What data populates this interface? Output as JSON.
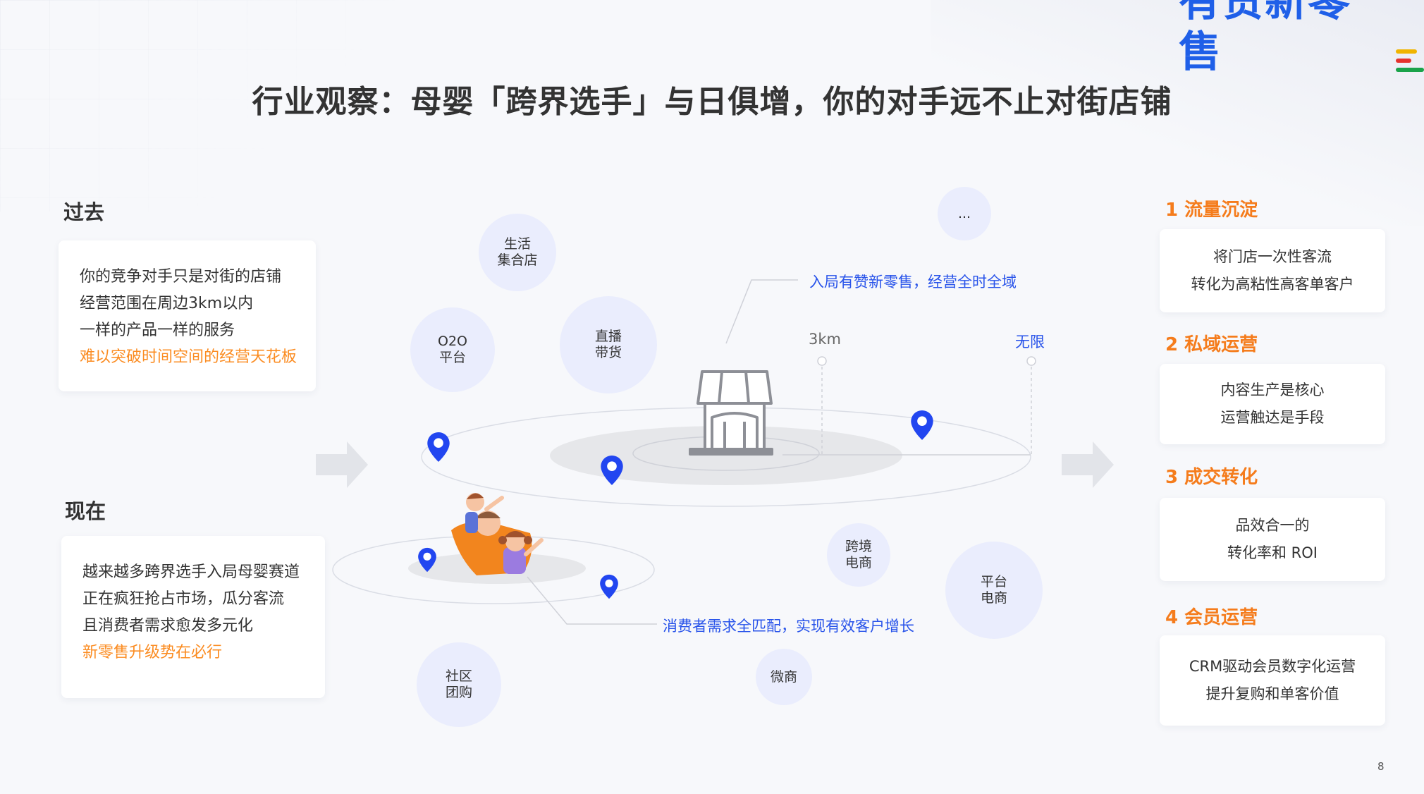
{
  "logo": {
    "text": "有赞新零售",
    "bar_colors": [
      "#f0b400",
      "#e5322d",
      "#1aa34a"
    ]
  },
  "title": "行业观察：母婴「跨界选手」与日俱增，你的对手远不止对街店铺",
  "past": {
    "label": "过去",
    "lines": [
      "你的竞争对手只是对街的店铺",
      "经营范围在周边3km以内",
      "一样的产品一样的服务",
      "难以突破时间空间的经营天花板"
    ]
  },
  "now": {
    "label": "现在",
    "lines": [
      "越来越多跨界选手入局母婴赛道",
      "正在疯狂抢占市场，瓜分客流",
      "且消费者需求愈发多元化",
      "新零售升级势在必行"
    ]
  },
  "bubbles": {
    "life_store": "生活\n集合店",
    "o2o": "O2O\n平台",
    "live": "直播\n带货",
    "more": "...",
    "cross_border": "跨境\n电商",
    "platform": "平台\n电商",
    "community": "社区\n团购",
    "wechat_shop": "微商"
  },
  "callouts": {
    "top": "入局有赞新零售，经营全时全域",
    "bottom": "消费者需求全匹配，实现有效客户增长"
  },
  "distance": {
    "near": "3km",
    "far": "无限"
  },
  "steps": [
    {
      "title": "1 流量沉淀",
      "lines": [
        "将门店一次性客流",
        "转化为高粘性高客单客户"
      ]
    },
    {
      "title": "2 私域运营",
      "lines": [
        "内容生产是核心",
        "运营触达是手段"
      ]
    },
    {
      "title": "3 成交转化",
      "lines": [
        "品效合一的",
        "转化率和 ROI"
      ]
    },
    {
      "title": "4 会员运营",
      "lines": [
        "CRM驱动会员数字化运营",
        "提升复购和单客价值"
      ]
    }
  ],
  "page_number": "8",
  "colors": {
    "accent_orange": "#fb8c22",
    "accent_blue": "#2853ea",
    "bubble_fill": "#eaedfd",
    "pin_blue": "#2246f0"
  }
}
